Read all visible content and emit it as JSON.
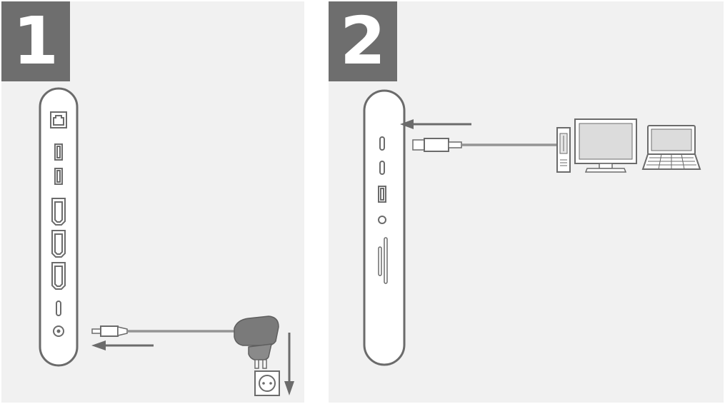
{
  "steps": [
    {
      "number": "1",
      "illustration": "power-adapter-connection"
    },
    {
      "number": "2",
      "illustration": "usb-computer-connection"
    }
  ],
  "colors": {
    "panel_bg": "#f1f1f1",
    "badge_bg": "#6e6e6e",
    "line": "#6b6b6b",
    "device_fill": "#ffffff",
    "screen_fill": "#dcdcdc"
  }
}
